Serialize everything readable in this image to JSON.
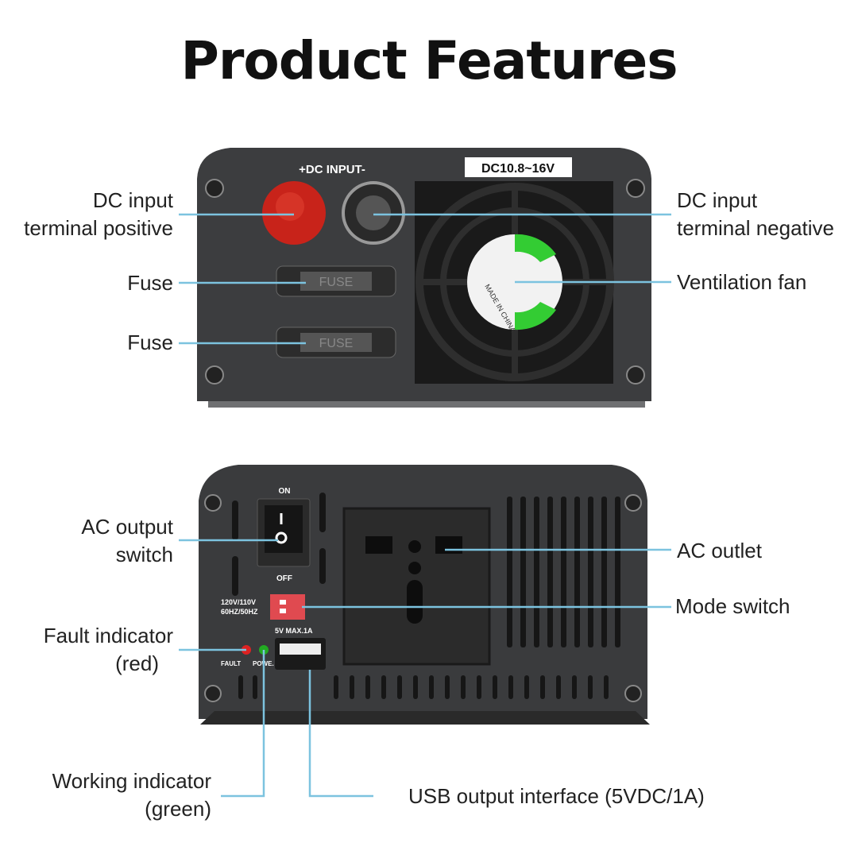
{
  "title": "Product Features",
  "top_panel": {
    "input_label": "+DC INPUT-",
    "voltage_label": "DC10.8~16V",
    "fuse_text": "FUSE",
    "fan_text": "MADE IN CHINA"
  },
  "bottom_panel": {
    "switch_on": "ON",
    "switch_off": "OFF",
    "mode_text_1": "120V/110V",
    "mode_text_2": "60HZ/50HZ",
    "usb_text": "5V MAX.1A",
    "fault_text": "FAULT",
    "power_text": "POWE."
  },
  "callouts": {
    "dc_pos_1": "DC input",
    "dc_pos_2": "terminal positive",
    "dc_neg_1": "DC input",
    "dc_neg_2": "terminal negative",
    "fuse1": "Fuse",
    "fuse2": "Fuse",
    "fan": "Ventilation fan",
    "ac_switch_1": "AC output",
    "ac_switch_2": "switch",
    "ac_outlet": "AC outlet",
    "mode_switch": "Mode switch",
    "fault_1": "Fault indicator",
    "fault_2": "(red)",
    "working_1": "Working indicator",
    "working_2": "(green)",
    "usb": "USB output interface (5VDC/1A)"
  },
  "colors": {
    "line": "#7cc3df",
    "panel": "#3a3b3d",
    "red_knob": "#c8231a",
    "led_red": "#d22",
    "led_green": "#2a2"
  }
}
